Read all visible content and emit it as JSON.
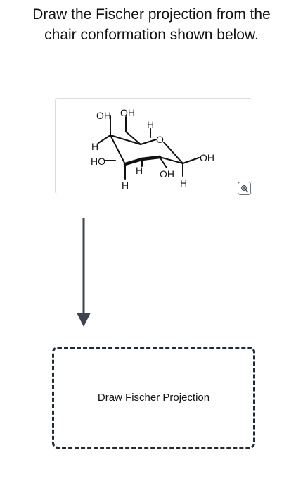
{
  "question": {
    "line1": "Draw the Fischer projection from the",
    "line2": "chair conformation shown below."
  },
  "molecule": {
    "labels": {
      "oh_top_left": "OH",
      "oh_top_right": "OH",
      "h_left": "H",
      "ho_left": "HO",
      "h_top_mid": "H",
      "ring_o": "O",
      "oh_right": "OH",
      "h_mid": "H",
      "oh_bottom": "OH",
      "h_bottom_left": "H",
      "h_bottom_right": "H"
    }
  },
  "zoom_icon": "magnify-icon",
  "arrow_icon": "down-arrow-icon",
  "dropzone": {
    "label": "Draw Fischer Projection"
  },
  "colors": {
    "text": "#111111",
    "arrow": "#3d4450",
    "card_border": "#d9dde3",
    "dropzone_border": "#1f2937"
  }
}
